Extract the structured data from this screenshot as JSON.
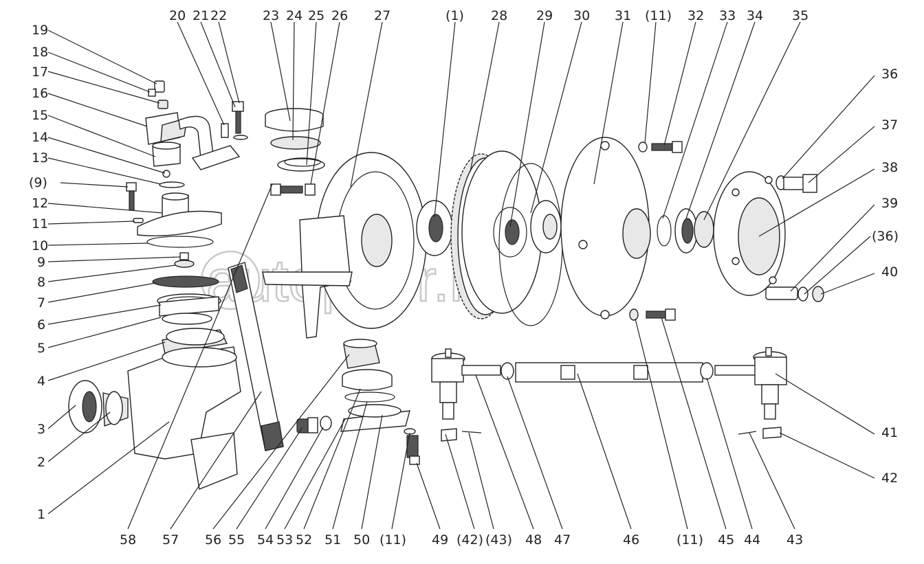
{
  "watermark": "autopiter.ru",
  "labels": [
    {
      "id": "19",
      "text": "19"
    },
    {
      "id": "18",
      "text": "18"
    },
    {
      "id": "17",
      "text": "17"
    },
    {
      "id": "16",
      "text": "16"
    },
    {
      "id": "15",
      "text": "15"
    },
    {
      "id": "14",
      "text": "14"
    },
    {
      "id": "13",
      "text": "13"
    },
    {
      "id": "9p",
      "text": "(9)"
    },
    {
      "id": "12",
      "text": "12"
    },
    {
      "id": "11",
      "text": "11"
    },
    {
      "id": "10",
      "text": "10"
    },
    {
      "id": "9",
      "text": "9"
    },
    {
      "id": "8",
      "text": "8"
    },
    {
      "id": "7",
      "text": "7"
    },
    {
      "id": "6",
      "text": "6"
    },
    {
      "id": "5",
      "text": "5"
    },
    {
      "id": "4",
      "text": "4"
    },
    {
      "id": "3",
      "text": "3"
    },
    {
      "id": "2",
      "text": "2"
    },
    {
      "id": "1",
      "text": "1"
    },
    {
      "id": "20",
      "text": "20"
    },
    {
      "id": "21",
      "text": "21"
    },
    {
      "id": "22",
      "text": "22"
    },
    {
      "id": "23",
      "text": "23"
    },
    {
      "id": "24",
      "text": "24"
    },
    {
      "id": "25",
      "text": "25"
    },
    {
      "id": "26",
      "text": "26"
    },
    {
      "id": "27",
      "text": "27"
    },
    {
      "id": "1p",
      "text": "(1)"
    },
    {
      "id": "28",
      "text": "28"
    },
    {
      "id": "29",
      "text": "29"
    },
    {
      "id": "30",
      "text": "30"
    },
    {
      "id": "31",
      "text": "31"
    },
    {
      "id": "11p_top",
      "text": "(11)"
    },
    {
      "id": "32",
      "text": "32"
    },
    {
      "id": "33",
      "text": "33"
    },
    {
      "id": "34",
      "text": "34"
    },
    {
      "id": "35",
      "text": "35"
    },
    {
      "id": "36",
      "text": "36"
    },
    {
      "id": "37",
      "text": "37"
    },
    {
      "id": "38",
      "text": "38"
    },
    {
      "id": "39",
      "text": "39"
    },
    {
      "id": "36p",
      "text": "(36)"
    },
    {
      "id": "40",
      "text": "40"
    },
    {
      "id": "41",
      "text": "41"
    },
    {
      "id": "42",
      "text": "42"
    },
    {
      "id": "58",
      "text": "58"
    },
    {
      "id": "57",
      "text": "57"
    },
    {
      "id": "56",
      "text": "56"
    },
    {
      "id": "55",
      "text": "55"
    },
    {
      "id": "54",
      "text": "54"
    },
    {
      "id": "53",
      "text": "53"
    },
    {
      "id": "52",
      "text": "52"
    },
    {
      "id": "51",
      "text": "51"
    },
    {
      "id": "50",
      "text": "50"
    },
    {
      "id": "11p_b1",
      "text": "(11)"
    },
    {
      "id": "49",
      "text": "49"
    },
    {
      "id": "42p",
      "text": "(42)"
    },
    {
      "id": "43p",
      "text": "(43)"
    },
    {
      "id": "48",
      "text": "48"
    },
    {
      "id": "47",
      "text": "47"
    },
    {
      "id": "46",
      "text": "46"
    },
    {
      "id": "11p_b2",
      "text": "(11)"
    },
    {
      "id": "45",
      "text": "45"
    },
    {
      "id": "44",
      "text": "44"
    },
    {
      "id": "43",
      "text": "43"
    }
  ]
}
